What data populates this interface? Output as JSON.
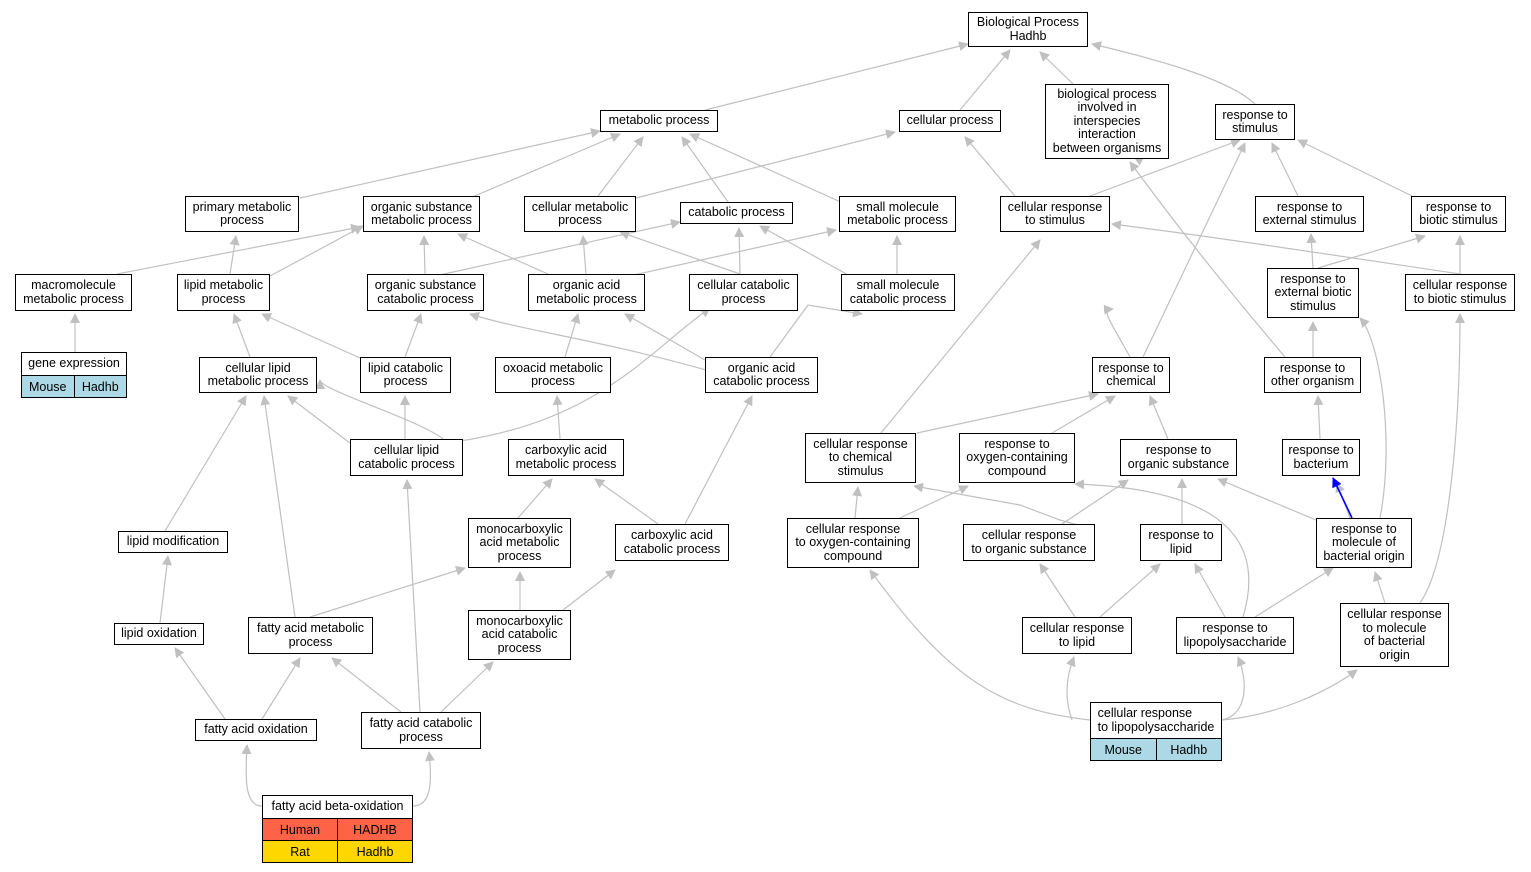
{
  "colors": {
    "edge": "#c0c0c0",
    "highlight_edge": "#0000ff",
    "mouse": "#add8e6",
    "human": "#ff6347",
    "rat": "#ffd700"
  },
  "nodes": {
    "bp": "Biological Process\nHadhb",
    "metabolic": "metabolic process",
    "cellular": "cellular process",
    "interspecies": "biological process\ninvolved in\ninterspecies\ninteraction\nbetween organisms",
    "resp_stim": "response to\nstimulus",
    "primary_met": "primary metabolic\nprocess",
    "org_sub_met": "organic substance\nmetabolic process",
    "cell_met": "cellular metabolic\nprocess",
    "catabolic": "catabolic process",
    "small_mol_met": "small molecule\nmetabolic process",
    "cell_resp_stim": "cellular response\nto stimulus",
    "resp_ext": "response to\nexternal stimulus",
    "resp_biotic": "response to\nbiotic stimulus",
    "macro_met": "macromolecule\nmetabolic process",
    "lipid_met": "lipid metabolic\nprocess",
    "org_sub_cat": "organic substance\ncatabolic process",
    "org_acid_met": "organic acid\nmetabolic process",
    "cell_cat": "cellular catabolic\nprocess",
    "small_mol_cat": "small molecule\ncatabolic process",
    "resp_ext_biotic": "response to\nexternal biotic\nstimulus",
    "cell_resp_biotic": "cellular response\nto biotic stimulus",
    "cell_lipid_met": "cellular lipid\nmetabolic process",
    "lipid_cat": "lipid catabolic\nprocess",
    "oxoacid_met": "oxoacid metabolic\nprocess",
    "org_acid_cat": "organic acid\ncatabolic process",
    "resp_chem": "response to\nchemical",
    "resp_other_org": "response to\nother organism",
    "cell_lipid_cat": "cellular lipid\ncatabolic process",
    "carbox_met": "carboxylic acid\nmetabolic process",
    "cell_resp_chem": "cellular response\nto chemical\nstimulus",
    "resp_oxy": "response to\noxygen-containing\ncompound",
    "resp_org_sub": "response to\norganic substance",
    "resp_bact": "response to\nbacterium",
    "lipid_mod": "lipid modification",
    "monocarb_met": "monocarboxylic\nacid metabolic\nprocess",
    "carbox_cat": "carboxylic acid\ncatabolic process",
    "cell_resp_oxy": "cellular response\nto oxygen-containing\ncompound",
    "cell_resp_org_sub": "cellular response\nto organic substance",
    "resp_lipid": "response to\nlipid",
    "resp_mol_bact": "response to\nmolecule of\nbacterial origin",
    "lipid_ox": "lipid oxidation",
    "fa_met": "fatty acid metabolic\nprocess",
    "monocarb_cat": "monocarboxylic\nacid catabolic\nprocess",
    "cell_resp_lipid": "cellular response\nto lipid",
    "resp_lps": "response to\nlipopolysaccharide",
    "cell_resp_mol_bact": "cellular response\nto molecule\nof bacterial\norigin",
    "fa_ox": "fatty acid oxidation",
    "fa_cat": "fatty acid catabolic\nprocess"
  },
  "annotated": {
    "gene_expr": {
      "label": "gene expression",
      "rows": [
        {
          "species": "Mouse",
          "gene": "Hadhb",
          "color": "#add8e6"
        }
      ]
    },
    "fa_beta_ox": {
      "label": "fatty acid beta-oxidation",
      "rows": [
        {
          "species": "Human",
          "gene": "HADHB",
          "color": "#ff6347"
        },
        {
          "species": "Rat",
          "gene": "Hadhb",
          "color": "#ffd700"
        }
      ]
    },
    "cell_resp_lps": {
      "label": "cellular response\nto lipopolysaccharide",
      "rows": [
        {
          "species": "Mouse",
          "gene": "Hadhb",
          "color": "#add8e6"
        }
      ]
    }
  }
}
